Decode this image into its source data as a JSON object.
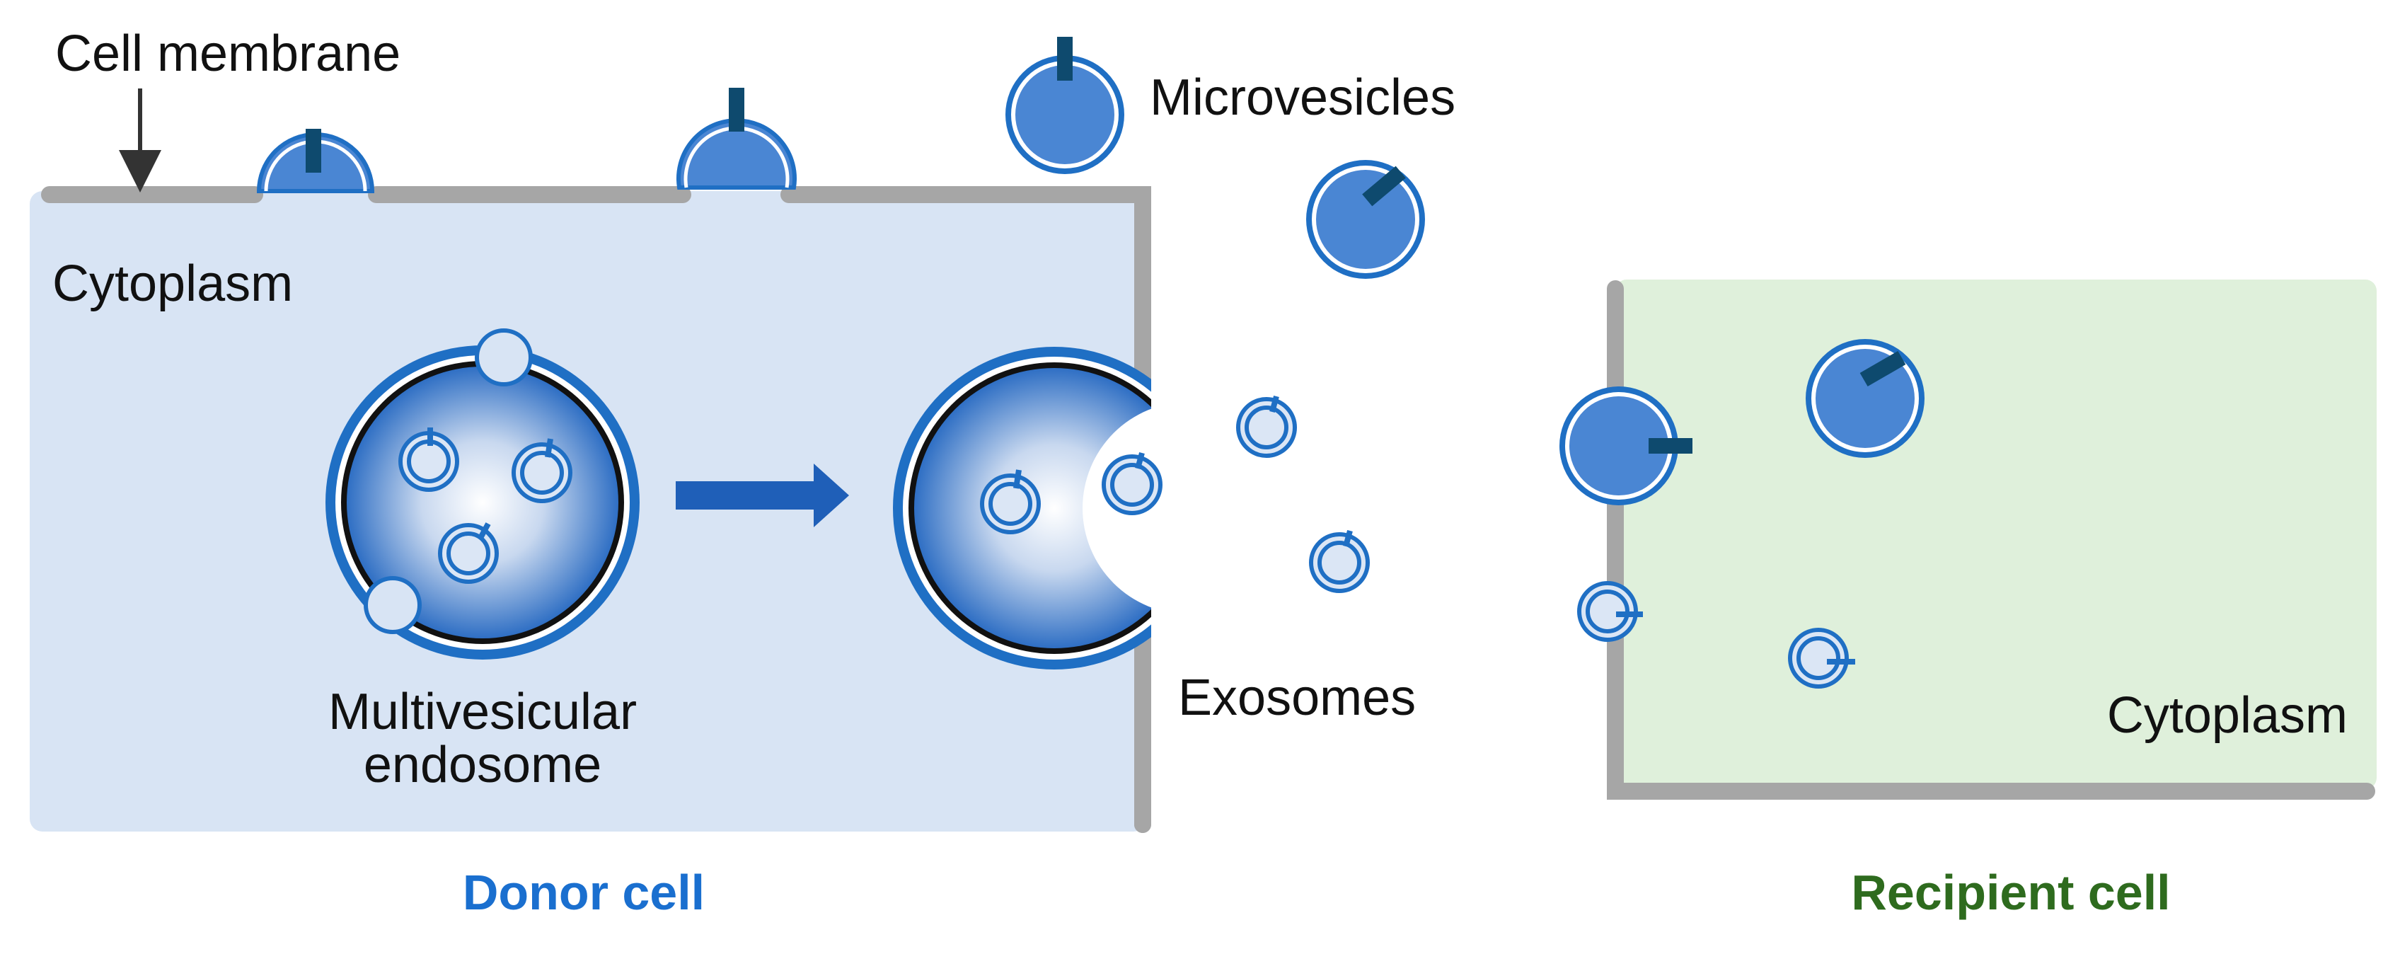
{
  "labels": {
    "cell_membrane": "Cell membrane",
    "microvesicles": "Microvesicles",
    "cytoplasm_donor": "Cytoplasm",
    "cytoplasm_recipient": "Cytoplasm",
    "mve_line1": "Multivesicular",
    "mve_line2": "endosome",
    "exosomes": "Exosomes",
    "donor_cell": "Donor cell",
    "recipient_cell": "Recipient cell"
  },
  "colors": {
    "donor_cytoplasm": "#d8e4f4",
    "recipient_cytoplasm": "#dff0db",
    "membrane": "#a6a6a6",
    "vesicle_fill": "#4a86d3",
    "vesicle_ring": "#1f6fc4",
    "marker": "#0e4a6e",
    "exosome_fill": "#dbe6f5",
    "donor_title": "#1a6fcf",
    "recipient_title": "#2e6b1e"
  }
}
